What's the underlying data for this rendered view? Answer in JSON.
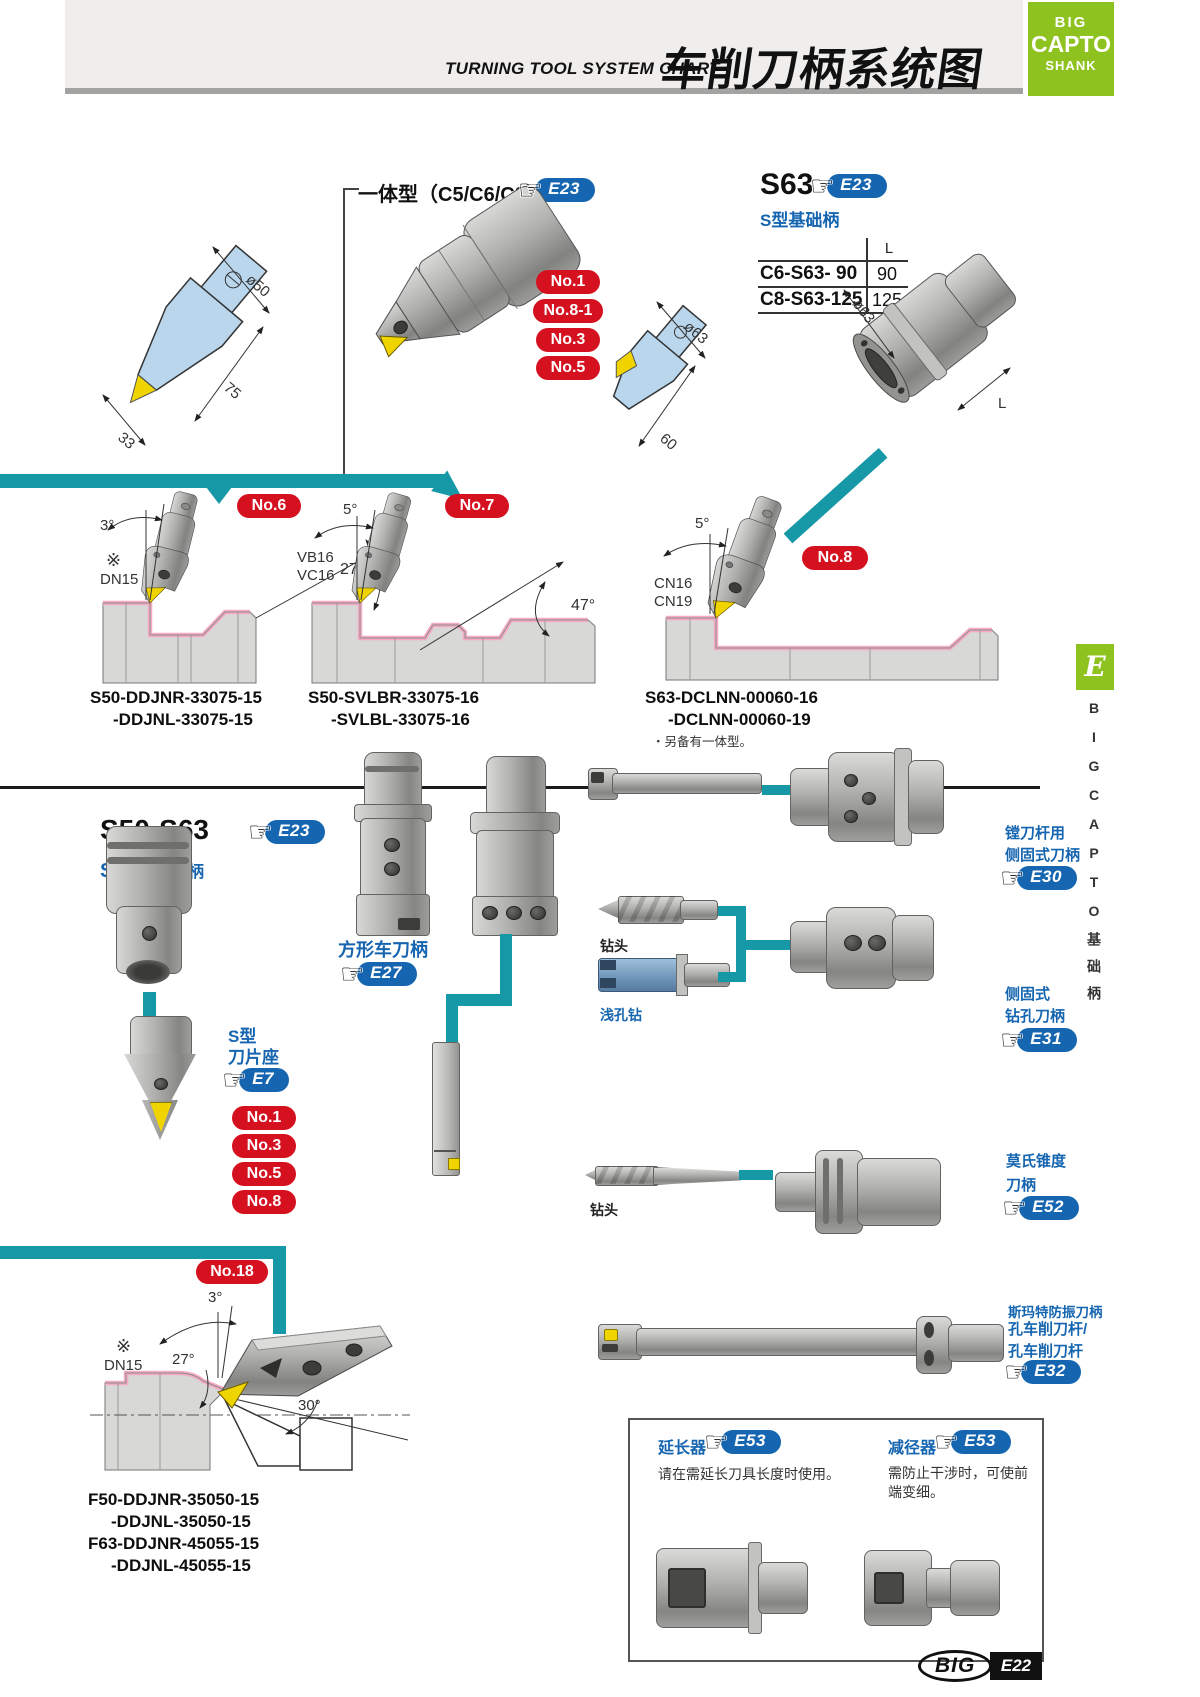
{
  "header": {
    "title_en": "TURNING TOOL SYSTEM CHART",
    "title_zh": "车削刀柄系统图",
    "brand_top": "BIG",
    "brand_mid": "CAPTO",
    "brand_bot": "SHANK"
  },
  "colors": {
    "brand_green": "#8dc21f",
    "link_blue": "#1565b0",
    "badge_red": "#d5101f",
    "connector_teal": "#1798a6",
    "diagram_blue": "#b9d6ec",
    "insert_yellow": "#f0d400",
    "contour_pink": "#f5aac6"
  },
  "upper": {
    "integrated": {
      "label": "一体型（C5/C6/C8）",
      "ref": "E23",
      "badges": [
        "No.1",
        "No.8-1",
        "No.3",
        "No.5"
      ]
    },
    "s63": {
      "title": "S63",
      "ref": "E23",
      "subtitle": "S型基础柄",
      "table_header": "L",
      "rows": [
        {
          "model": "C6-S63- 90",
          "len": "90"
        },
        {
          "model": "C8-S63-125",
          "len": "125"
        }
      ],
      "dim_dia": "ø63",
      "dim_len": "L"
    },
    "diagram_left": {
      "dia": "ø50",
      "len": "75",
      "wid": "33"
    },
    "diagram_right": {
      "dia": "ø63",
      "len": "60"
    },
    "no6": {
      "badge": "No.6",
      "angle": "3°",
      "mark": "※",
      "insert": "DN15",
      "cut_angle": "27°",
      "part1": "S50-DDJNR-33075-15",
      "part2": "-DDJNL-33075-15"
    },
    "no7": {
      "badge": "No.7",
      "angle": "5°",
      "insert1": "VB16",
      "insert2": "VC16",
      "cut_angle": "47°",
      "part1": "S50-SVLBR-33075-16",
      "part2": "-SVLBL-33075-16"
    },
    "no8": {
      "badge": "No.8",
      "angle": "5°",
      "insert1": "CN16",
      "insert2": "CN19",
      "part1": "S63-DCLNN-00060-16",
      "part2": "-DCLNN-00060-19",
      "note": "・另备有一体型。"
    }
  },
  "lower": {
    "s50s63": {
      "title": "S50·S63",
      "ref": "E23",
      "sub1": "S型",
      "sub2": "基础柄"
    },
    "seat": {
      "line1": "S型",
      "line2": "刀片座",
      "ref": "E7",
      "badges": [
        "No.1",
        "No.3",
        "No.5",
        "No.8"
      ]
    },
    "square": {
      "label": "方形车刀柄",
      "ref": "E27"
    },
    "row_boring": {
      "line1": "镗刀杆用",
      "line2": "侧固式刀柄",
      "ref": "E30"
    },
    "row_drill": {
      "line1": "侧固式",
      "line2": "钻孔刀柄",
      "ref": "E31",
      "item1": "钻头",
      "item2": "浅孔钻"
    },
    "row_morse": {
      "line1": "莫氏锥度",
      "line2": "刀柄",
      "ref": "E52",
      "item1": "钻头"
    },
    "row_smart": {
      "line1": "斯玛特防振刀柄",
      "line2": "孔车削刀杆/",
      "line3": "孔车削刀杆",
      "ref": "E32"
    },
    "no18": {
      "badge": "No.18",
      "angle": "3°",
      "mark": "※",
      "insert": "DN15",
      "cut_angle": "27°",
      "side_angle": "30°",
      "part1": "F50-DDJNR-35050-15",
      "part2": "-DDJNL-35050-15",
      "part3": "F63-DDJNR-45055-15",
      "part4": "-DDJNL-45055-15"
    },
    "ext": {
      "label": "延长器",
      "ref": "E53",
      "desc": "请在需延长刀具长度时使用。"
    },
    "red": {
      "label": "减径器",
      "ref": "E53",
      "desc": "需防止干涉时，可使前端变细。"
    }
  },
  "sidebar": {
    "tab": "E",
    "vertical": "BIGCAPTO基础柄"
  },
  "footer": {
    "logo": "BIG",
    "page": "E22"
  }
}
